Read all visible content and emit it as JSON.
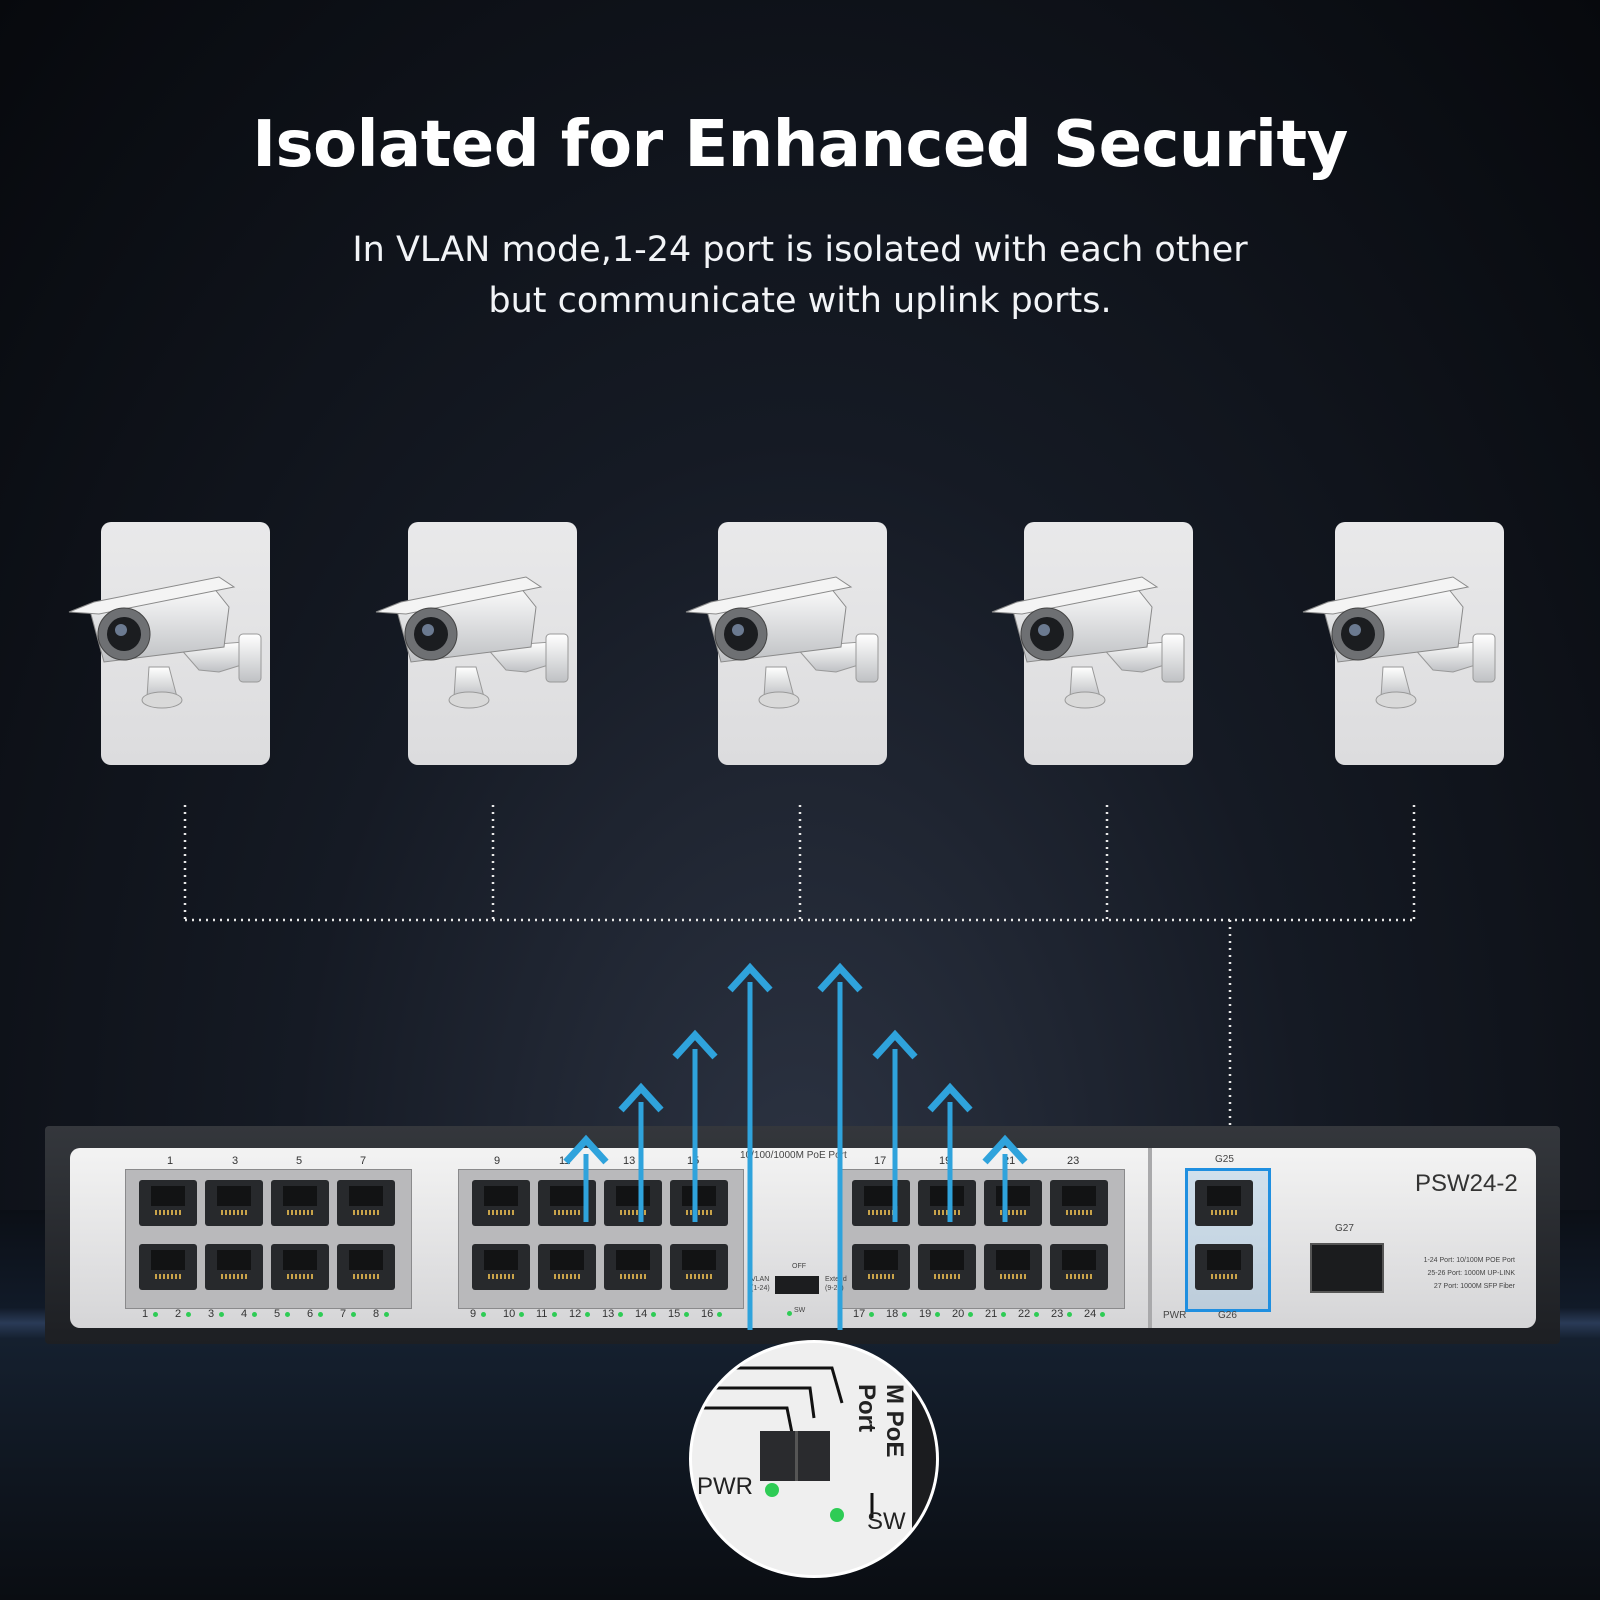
{
  "headline": "Isolated for Enhanced Security",
  "subtitle": {
    "line1": "In VLAN mode,1-24 port is isolated with each other",
    "line2": "but communicate with uplink ports."
  },
  "cameras": [
    {
      "icon": "security-camera-icon"
    },
    {
      "icon": "security-camera-icon"
    },
    {
      "icon": "security-camera-icon"
    },
    {
      "icon": "security-camera-icon"
    },
    {
      "icon": "security-camera-icon"
    }
  ],
  "switch": {
    "model": "PSW24-2",
    "poe_port_label": "10/100/1000M PoE Port",
    "top_numbers": [
      "1",
      "3",
      "5",
      "7",
      "9",
      "11",
      "13",
      "15",
      "17",
      "19",
      "21",
      "23"
    ],
    "bottom_numbers": [
      "1",
      "2",
      "3",
      "4",
      "5",
      "6",
      "7",
      "8",
      "9",
      "10",
      "11",
      "12",
      "13",
      "14",
      "15",
      "16",
      "17",
      "18",
      "19",
      "20",
      "21",
      "22",
      "23",
      "24"
    ],
    "dip": {
      "vlan": "VLAN",
      "vlan_range": "(1-24)",
      "off": "OFF",
      "extend": "Extend",
      "extend_range": "(9-24)",
      "sw": "SW"
    },
    "uplink": {
      "g25": "G25",
      "g26": "G26",
      "g27": "G27",
      "pwr": "PWR"
    },
    "spec_lines": [
      "1-24 Port: 10/100M POE Port",
      "25-26 Port: 1000M UP-LINK",
      "27 Port: 1000M SFP Fiber"
    ],
    "led_color": "#2ecc55"
  },
  "zoom": {
    "pwr": "PWR",
    "sw": "SW",
    "poe_fragment": "M PoE Port"
  },
  "colors": {
    "arrow": "#2fa3dc",
    "uplink_highlight": "#1f8fe0"
  }
}
